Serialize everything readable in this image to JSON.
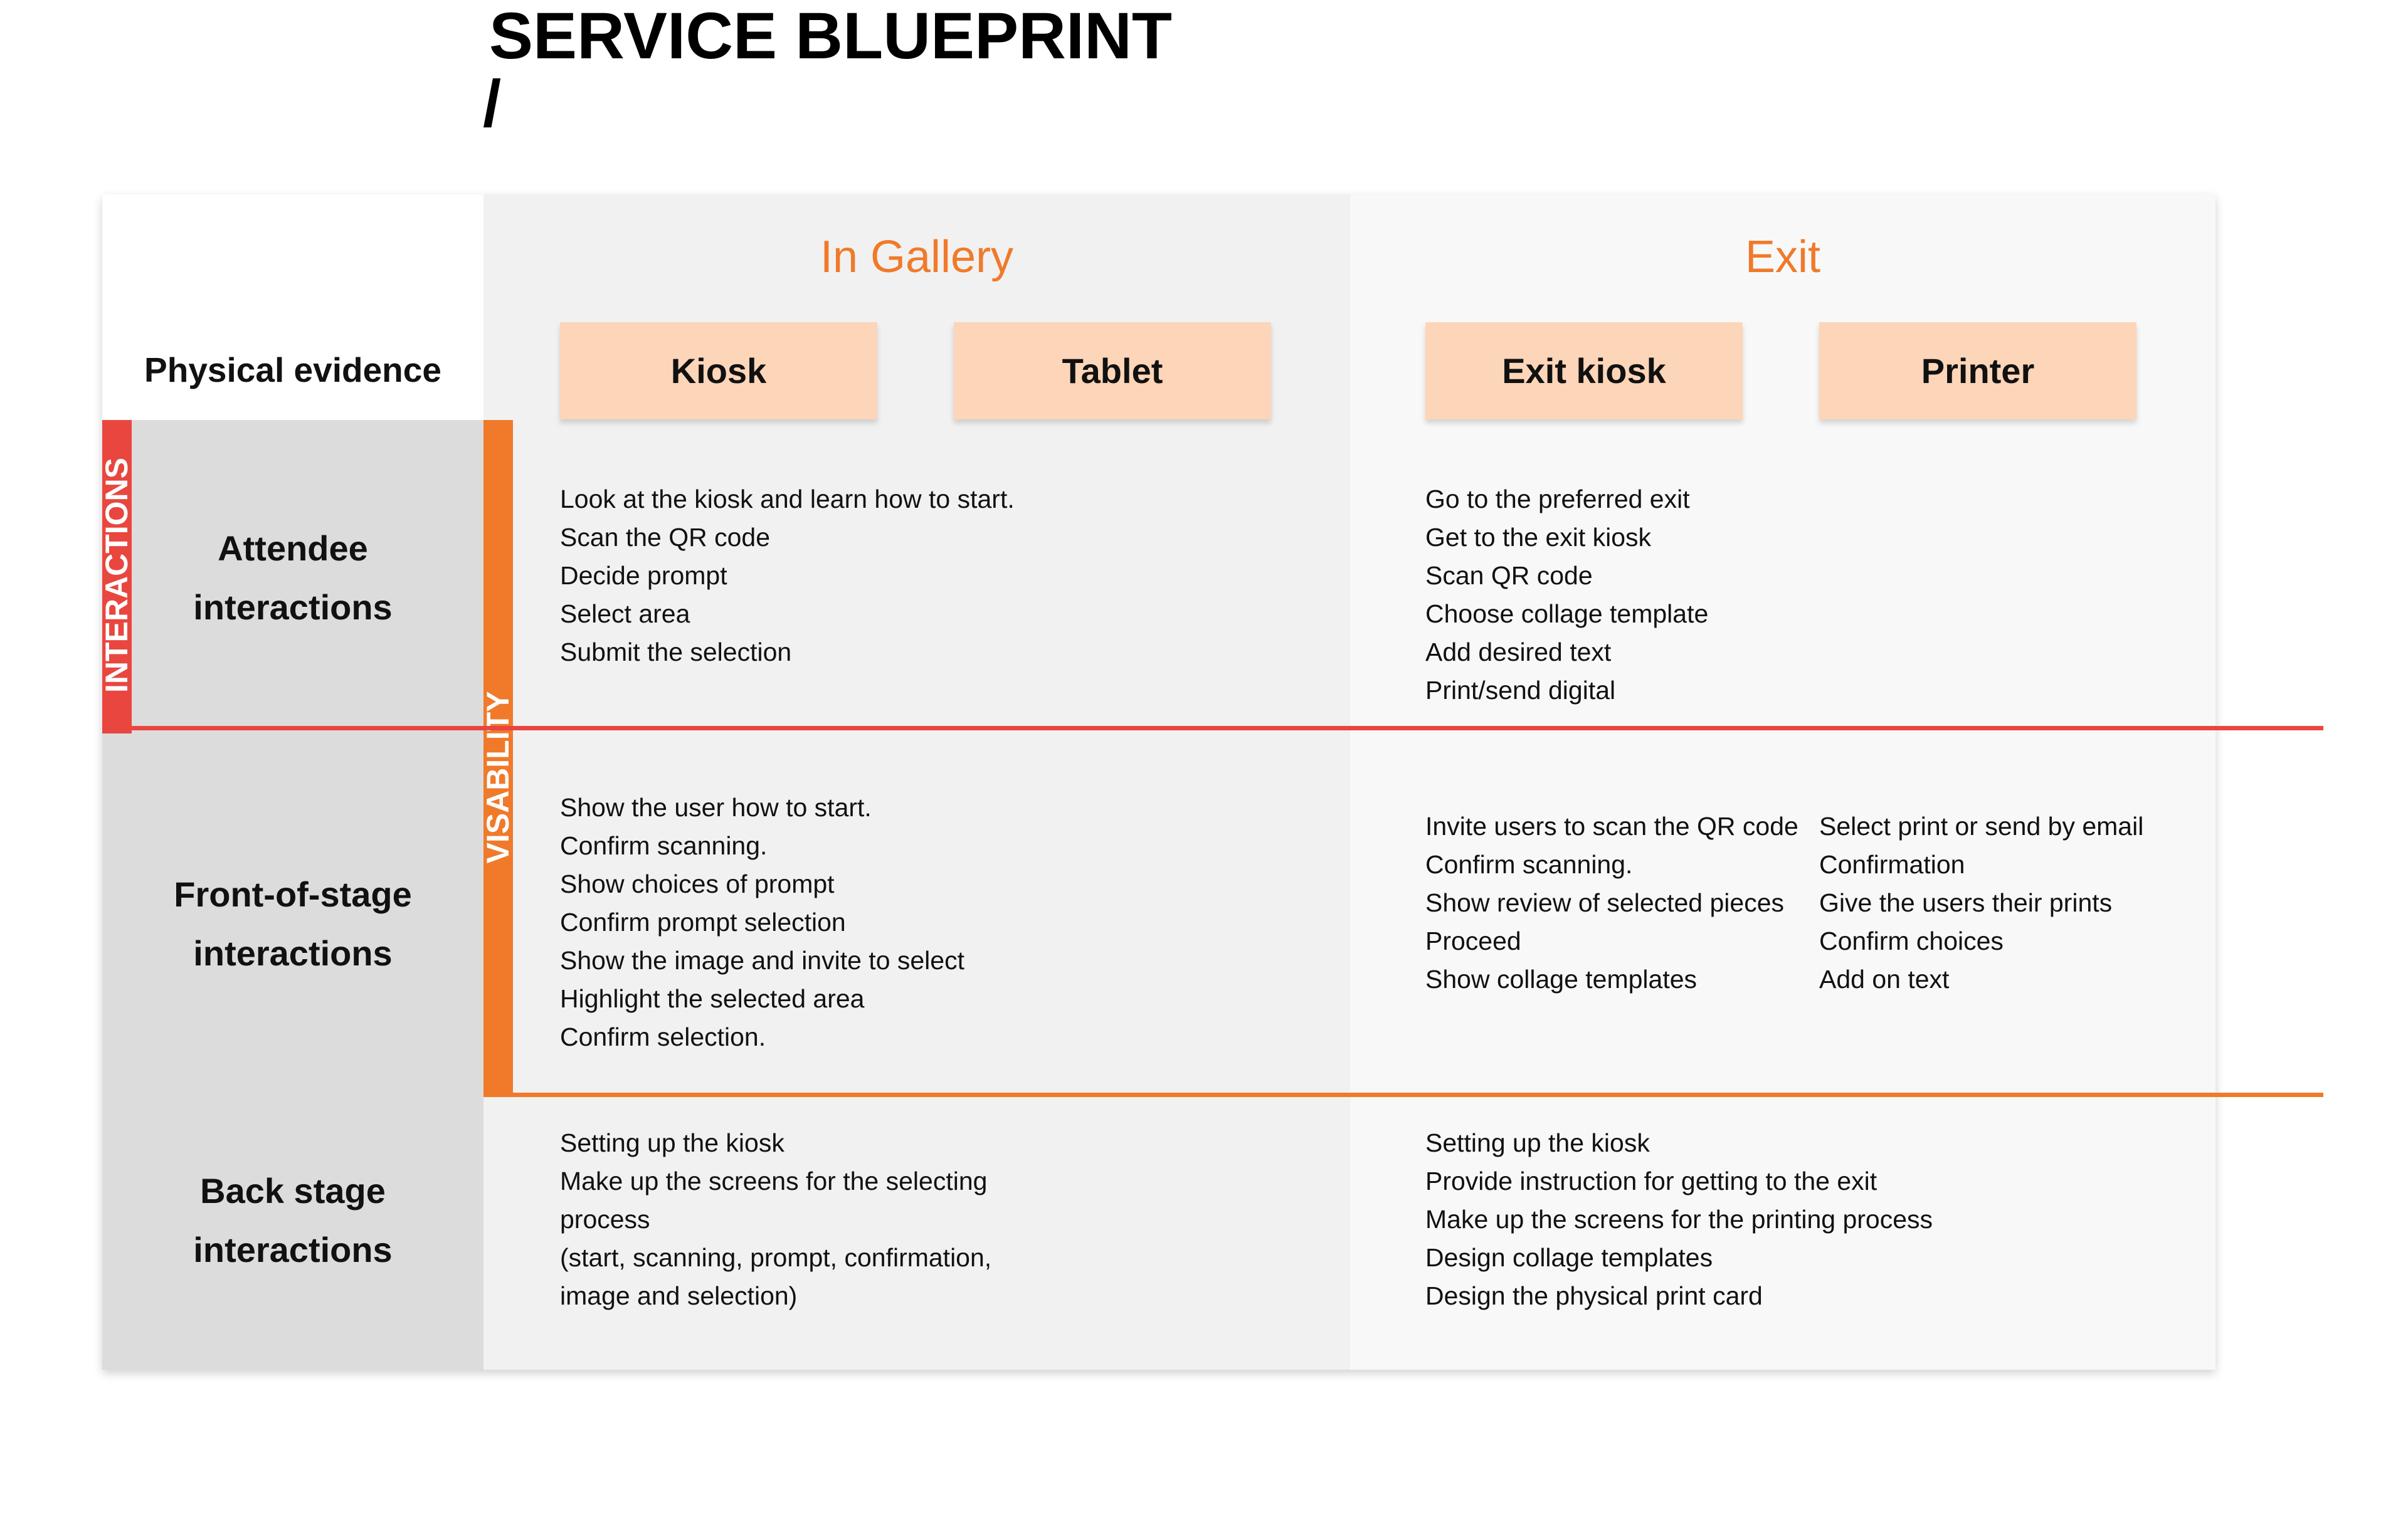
{
  "title": "SERVICE BLUEPRINT",
  "title_slash": "/",
  "phases": {
    "gallery": "In Gallery",
    "exit": "Exit"
  },
  "physical_evidence": {
    "label": "Physical evidence",
    "cards": [
      "Kiosk",
      "Tablet",
      "Exit kiosk",
      "Printer"
    ]
  },
  "side_labels": {
    "interactions": "INTERACTIONS",
    "visibility": "VISABILITY"
  },
  "rows": {
    "attendee": {
      "label_line1": "Attendee",
      "label_line2": "interactions",
      "gallery": [
        "Look at the kiosk and learn how to start.",
        "Scan the QR code",
        "Decide prompt",
        "Select area",
        "Submit the selection"
      ],
      "exit": [
        "Go to the preferred exit",
        "Get to the exit kiosk",
        "Scan QR code",
        "Choose collage template",
        "Add desired text",
        "Print/send digital"
      ]
    },
    "front": {
      "label_line1": "Front-of-stage",
      "label_line2": "interactions",
      "gallery": [
        "Show the user how to start.",
        "Confirm scanning.",
        "Show choices of prompt",
        "Confirm prompt selection",
        "Show the image and invite to select",
        "Highlight the selected area",
        "Confirm selection."
      ],
      "exit_left": [
        "Invite users to scan the QR code",
        "Confirm scanning.",
        "Show review of selected pieces",
        "Proceed",
        "Show collage templates"
      ],
      "exit_right": [
        "Select print or send by email",
        "Confirmation",
        "Give the users their prints",
        "Confirm choices",
        "Add on text"
      ]
    },
    "back": {
      "label_line1": "Back stage",
      "label_line2": "interactions",
      "gallery": [
        "Setting up the kiosk",
        "Make up the screens for the selecting",
        "process",
        "(start, scanning, prompt, confirmation,",
        "image and selection)"
      ],
      "exit": [
        "Setting up the kiosk",
        "Provide instruction for getting to the exit",
        "Make up the screens for the printing process",
        "Design collage templates",
        "Design the physical print card"
      ]
    }
  },
  "colors": {
    "accent_orange": "#f07a2a",
    "accent_red": "#e9463f",
    "card_fill": "#fdd5b8",
    "left_column": "#dcdcdc",
    "gallery_column": "#f1f1f1",
    "exit_column": "#f8f8f8"
  }
}
